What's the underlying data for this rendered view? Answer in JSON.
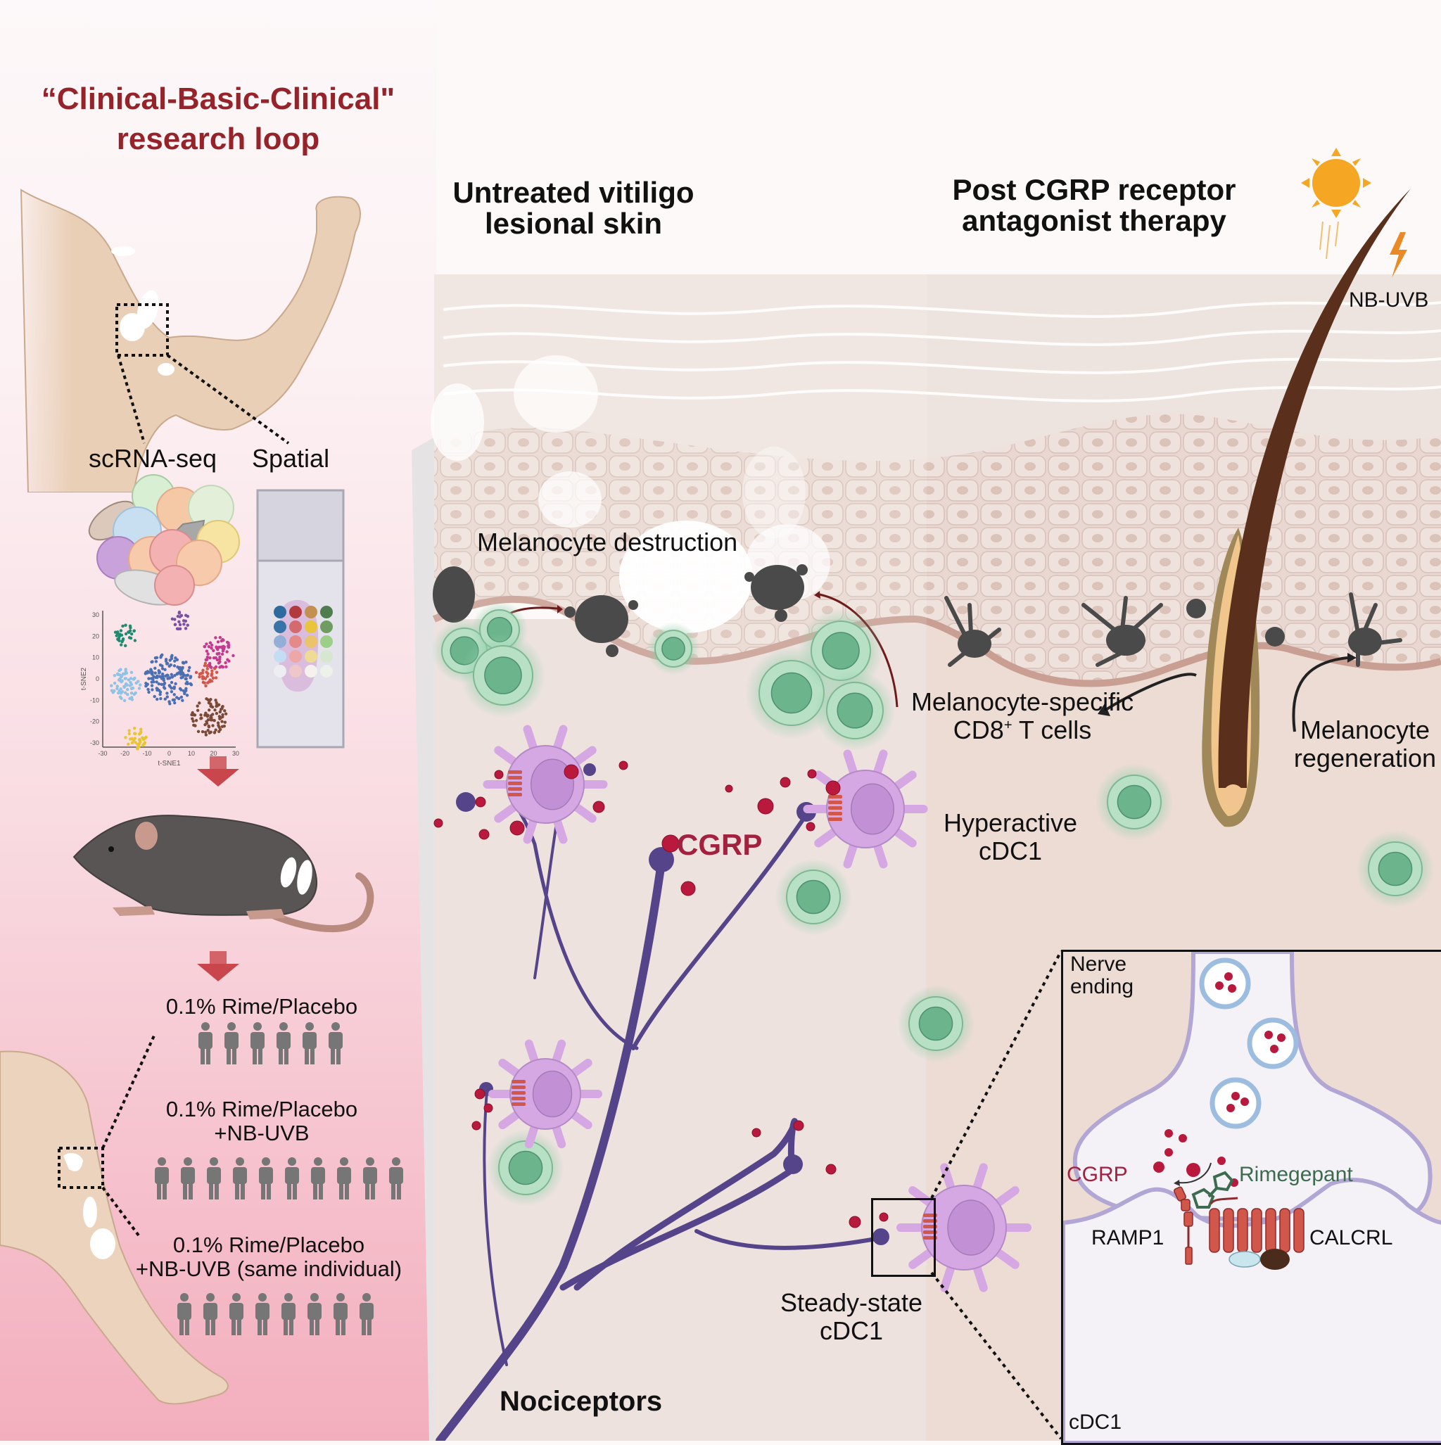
{
  "left_panel": {
    "title_line1": "“Clinical-Basic-Clinical\"",
    "title_line2": "research loop",
    "methods": {
      "scrna": "scRNA-seq",
      "spatial": "Spatial"
    },
    "tsne": {
      "xlabel": "t-SNE1",
      "ylabel": "t-SNE2",
      "x_ticks": [
        "-30",
        "-20",
        "-10",
        "0",
        "10",
        "20",
        "30"
      ],
      "y_ticks": [
        "30",
        "20",
        "10",
        "0",
        "-10",
        "-20",
        "-30"
      ],
      "clusters": [
        {
          "name": "teal",
          "color": "#1f8a6e"
        },
        {
          "name": "purple",
          "color": "#7b4fa3"
        },
        {
          "name": "blue",
          "color": "#4a6fb3"
        },
        {
          "name": "light-blue",
          "color": "#8ec3e6"
        },
        {
          "name": "magenta",
          "color": "#c33a8f"
        },
        {
          "name": "red",
          "color": "#d0574a"
        },
        {
          "name": "brown",
          "color": "#7a4a37"
        },
        {
          "name": "yellow",
          "color": "#e8c531"
        }
      ]
    },
    "spatial_spot_colors": [
      [
        "#2e6aa0",
        "#b23a3f",
        "#c29050",
        "#4f7d50"
      ],
      [
        "#3a73a8",
        "#d46a6d",
        "#e9c53b",
        "#6e9c62"
      ],
      [
        "#93afd7",
        "#e58989",
        "#eac36c",
        "#9dcf8b"
      ],
      [
        "#c4ddf3",
        "#eda7a7",
        "#eedc96",
        "#d6e6cf"
      ],
      [
        "#eeeef2",
        "#f0c7c8",
        "#f5f1ec",
        "#eef1ea"
      ]
    ],
    "conditions": [
      {
        "label_line1": "0.1% Rime/Placebo",
        "label_line2": "",
        "participants": 6
      },
      {
        "label_line1": "0.1% Rime/Placebo",
        "label_line2": "+NB-UVB",
        "participants": 10
      },
      {
        "label_line1": "0.1% Rime/Placebo",
        "label_line2": "+NB-UVB (same individual)",
        "participants": 8
      }
    ]
  },
  "middle_panel": {
    "title_line1": "Untreated vitiligo",
    "title_line2": "lesional skin",
    "melanocyte_destruction": "Melanocyte destruction",
    "cgrp": "CGRP",
    "nociceptors": "Nociceptors",
    "cd8_line1": "Melanocyte-specific",
    "cd8_line2_pre": "CD8",
    "cd8_sup": "+",
    "cd8_line2_post": " T cells",
    "hyperactive_line1": "Hyperactive",
    "hyperactive_line2": "cDC1",
    "steady_line1": "Steady-state",
    "steady_line2": "cDC1"
  },
  "right_panel": {
    "title_line1": "Post CGRP receptor",
    "title_line2": "antagonist therapy",
    "nbuvb": "NB-UVB",
    "regen_line1": "Melanocyte",
    "regen_line2": "regeneration"
  },
  "inset": {
    "nerve_line1": "Nerve",
    "nerve_line2": "ending",
    "cgrp": "CGRP",
    "rimegepant": "Rimegepant",
    "ramp1": "RAMP1",
    "calcrl": "CALCRL",
    "cdc1": "cDC1"
  },
  "colors": {
    "title_red": "#96232a",
    "cgrp_red": "#a3203f",
    "rimegepant_green": "#3d6b4f",
    "nerve_purple": "#55448a",
    "dc_purple": "#d6a8e3",
    "tcell_green": "#8fcfa8",
    "melanocyte_gray": "#4a4a4a",
    "arrow_red": "#c9474c",
    "sun_orange": "#f5a623"
  }
}
